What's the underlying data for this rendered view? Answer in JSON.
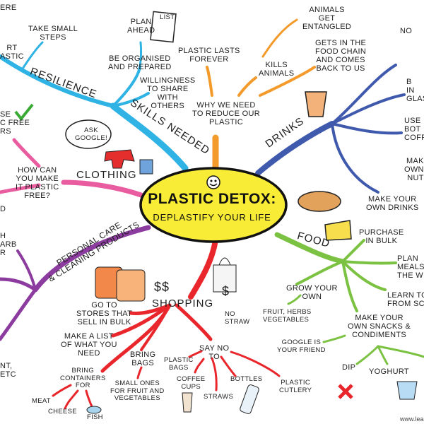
{
  "center": {
    "title": "PLASTIC DETOX:",
    "subtitle": "DEPLASTIFY YOUR LIFE"
  },
  "colors": {
    "skills": "#2fb3e4",
    "why": "#f39a2b",
    "drinks": "#3f59ad",
    "food": "#7cc242",
    "shopping": "#e8262b",
    "personal": "#8c3b9f",
    "clothing": "#e95da0",
    "center_fill": "#f8ec36"
  },
  "skills": {
    "branch": "SKILLS NEEDED",
    "resilience": "RESILIENCE",
    "small_steps": "TAKE SMALL\nSTEPS",
    "plan_ahead": "PLAN\nAHEAD",
    "list": "LIST",
    "organised": "BE ORGANISED\nAND PREPARED",
    "share": "WILLINGNESS\nTO SHARE\nWITH\nOTHERS"
  },
  "why": {
    "branch": "WHY WE NEED\nTO REDUCE OUR\nPLASTIC",
    "lasts": "PLASTIC LASTS\nFOREVER",
    "kills": "KILLS\nANIMALS",
    "entangled": "ANIMALS\nGET\nENTANGLED",
    "food_chain": "GETS IN THE\nFOOD CHAIN\nAND COMES\nBACK TO US"
  },
  "drinks": {
    "branch": "DRINKS",
    "no": "NO",
    "buy_glass": "B\nIN\nGLAS",
    "use_bottle": "USE\nBOT\nCOFF",
    "make_nut": "MAK\nOWN\nNUT",
    "make_own": "MAKE YOUR\nOWN DRINKS"
  },
  "food": {
    "branch": "FOOD",
    "bulk": "PURCHASE\nIN BULK",
    "plan": "PLAN\nMEALS\nTHE W",
    "learn": "LEARN TO\nFROM SC",
    "grow": "GROW YOUR\nOWN",
    "fruit": "FRUIT, HERBS\nVEGETABLES",
    "snacks": "MAKE YOUR\nOWN SNACKS &\nCONDIMENTS",
    "google": "GOOGLE IS\nYOUR FRIEND",
    "dip": "DIP",
    "yoghurt": "YOGHURT"
  },
  "shopping": {
    "branch": "SHOPPING",
    "dollars1": "$$",
    "dollars2": "$",
    "stores": "GO TO\nSTORES THAT\nSELL IN BULK",
    "list": "MAKE A LIST\nOF WHAT YOU\nNEED",
    "bags": "BRING\nBAGS",
    "small_ones": "SMALL ONES\nFOR FRUIT AND\nVEGETABLES",
    "containers": "BRING\nCONTAINERS\nFOR",
    "meat": "MEAT",
    "cheese": "CHEESE",
    "fish": "FISH",
    "say_no": "SAY NO\nTO",
    "plastic_bags": "PLASTIC\nBAGS",
    "coffee_cups": "COFFEE\nCUPS",
    "straws": "STRAWS",
    "bottles": "BOTTLES",
    "cutlery": "PLASTIC\nCUTLERY",
    "no_straw": "NO\nSTRAW"
  },
  "personal": {
    "branch": "PERSONAL CARE\n& CLEANING PRODUCTS",
    "frag1": "H\nARB\nR",
    "frag2": "NT,\nETC"
  },
  "clothing": {
    "branch": "CLOTHING",
    "how": "HOW CAN\nYOU MAKE\nIT PLASTIC\nFREE?",
    "ask": "ASK\nGOOGLE!",
    "frag_choose": "SE\nC FREE\nRS",
    "frag_d": "D"
  },
  "edge_fragments": {
    "top_left": "ERE",
    "art_plastic": "RT\nASTIC"
  },
  "footer": {
    "url": "www.learn"
  }
}
